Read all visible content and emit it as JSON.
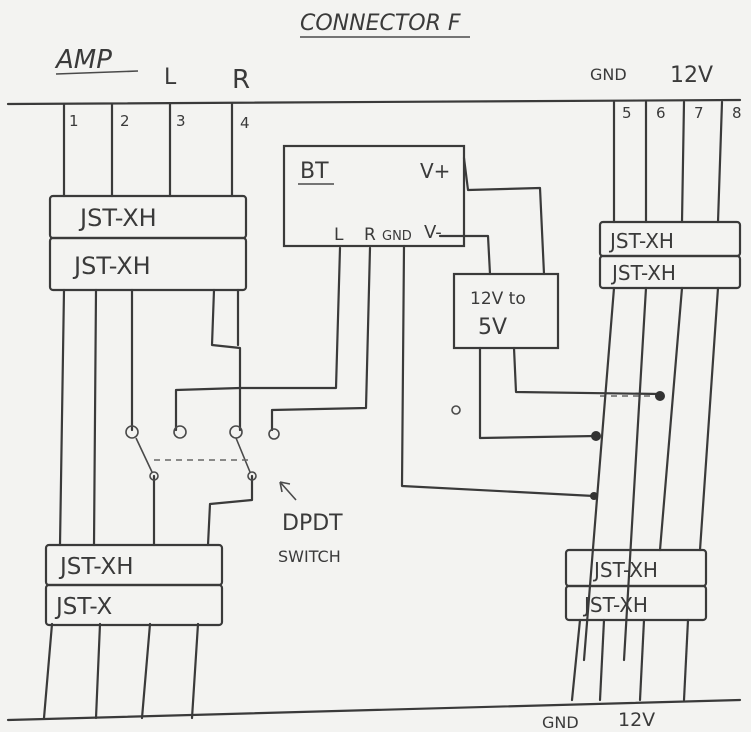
{
  "title": "CONNECTOR F",
  "amp_label": "AMP",
  "channel_labels": {
    "left": "L",
    "right": "R"
  },
  "top_right_labels": {
    "gnd": "GND",
    "v12": "12V"
  },
  "pin_numbers": [
    "1",
    "2",
    "3",
    "4",
    "5",
    "6",
    "7",
    "8"
  ],
  "bt_module": {
    "name": "BT",
    "v_plus": "V+",
    "l": "L",
    "r": "R",
    "gnd": "GND",
    "v_minus": "V-"
  },
  "converter": {
    "line1": "12V to",
    "line2": "5V"
  },
  "connectors": {
    "left_top_1": "JST-XH",
    "left_top_2": "JST-XH",
    "right_top_1": "JST-XH",
    "right_top_2": "JST-XH",
    "left_bottom_1": "JST-XH",
    "left_bottom_2": "JST-X",
    "right_bottom_1": "JST-XH",
    "right_bottom_2": "JST-XH"
  },
  "switch_label": {
    "line1": "DPDT",
    "line2": "SWITCH"
  },
  "bottom_labels": {
    "gnd": "GND",
    "v12": "12V"
  }
}
